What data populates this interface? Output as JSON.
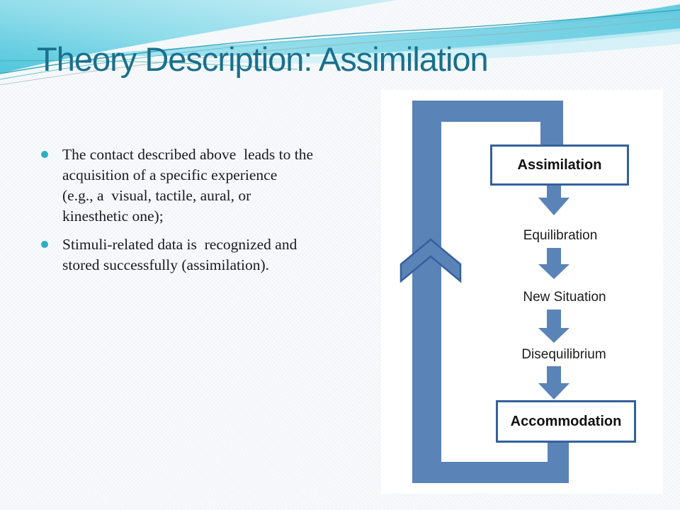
{
  "slide": {
    "title": "Theory Description: Assimilation"
  },
  "bullets": [
    {
      "lines": [
        "The contact described above  leads to the",
        "acquisition of a specific experience",
        "(e.g., a  visual, tactile, aural, or",
        "kinesthetic one);"
      ]
    },
    {
      "lines": [
        "Stimuli-related data is  recognized and",
        "stored successfully (assimilation)."
      ]
    }
  ],
  "diagram": {
    "boxes": [
      {
        "label": "Assimilation"
      },
      {
        "label": "Accommodation"
      }
    ],
    "steps": [
      {
        "label": "Equilibration"
      },
      {
        "label": "New Situation"
      },
      {
        "label": "Disequilibrium"
      }
    ]
  },
  "colors": {
    "arrow_blue": "#5a83b7",
    "box_border": "#35609b",
    "chevron_outline": "#35609b",
    "title_teal": "#1a6f8c",
    "bullet_dot": "#2baec4",
    "body_text": "#1a1a22",
    "header_cyan": "#55c7de",
    "header_cyan_light": "#b9e9f2"
  }
}
